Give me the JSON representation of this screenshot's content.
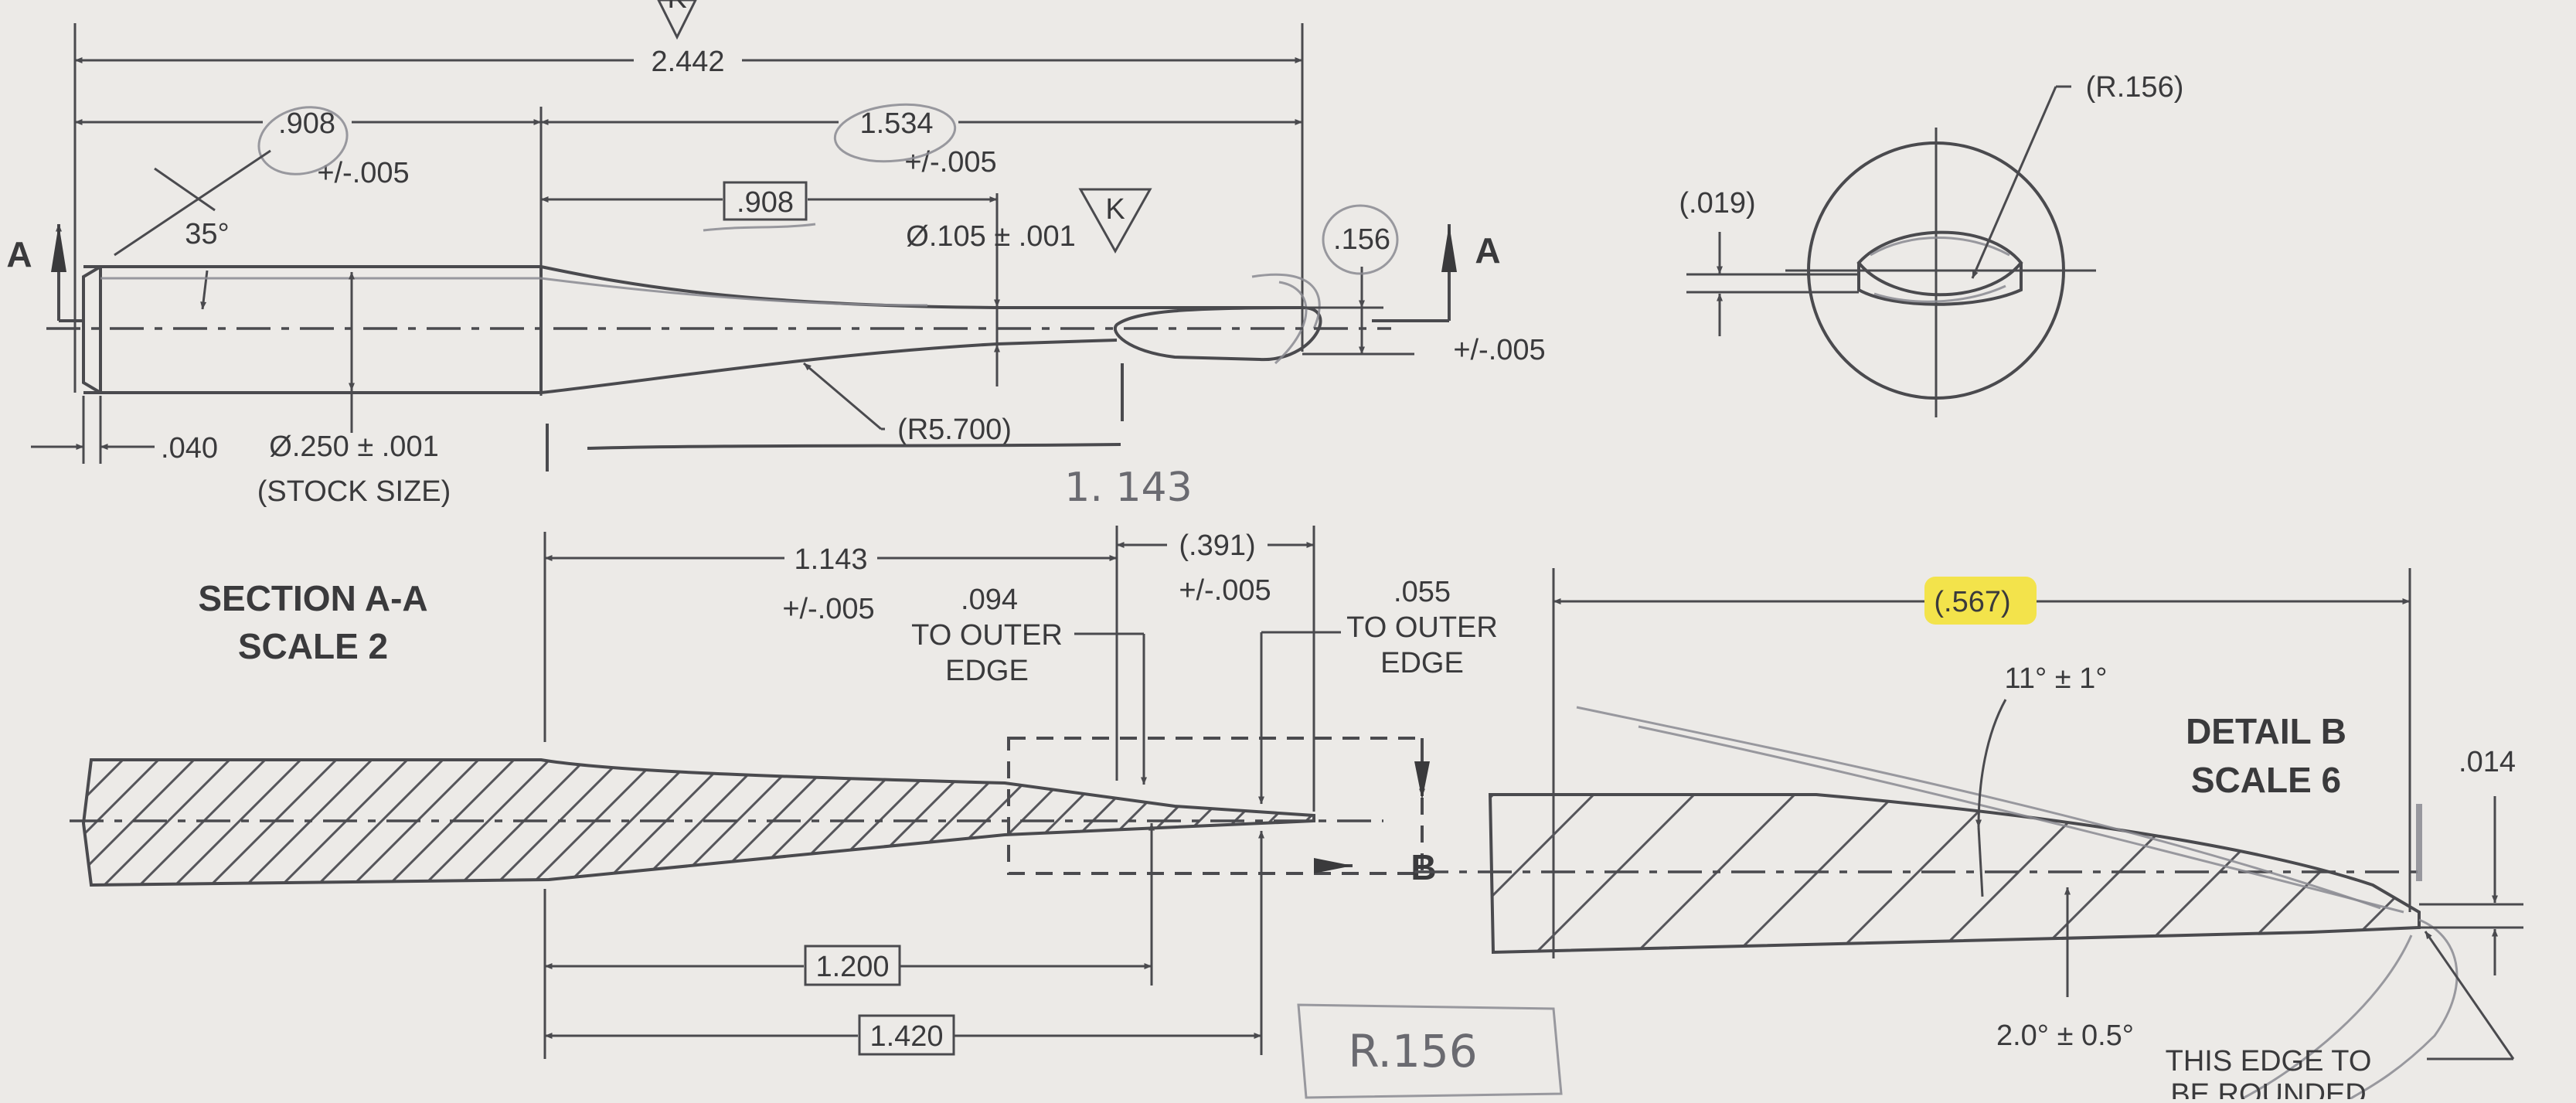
{
  "colors": {
    "paper": "#eceae7",
    "ink": "#3a3a3c",
    "highlight": "#f4e23a",
    "pencil": "#8a8a90"
  },
  "top_view": {
    "flag_top": "K",
    "overall_length": "2.442",
    "left_length": ".908",
    "left_tol": "+/-.005",
    "right_length": "1.534",
    "right_tol": "+/-.005",
    "basic_dim": ".908",
    "chamfer_angle": "35°",
    "tip_diameter": "Ø.105 ± .001",
    "flag_k": "K",
    "tip_height": ".156",
    "tip_height_tol": "+/-.005",
    "section_letter_left": "A",
    "section_letter_right": "A",
    "chamfer_length": ".040",
    "stock_diameter": "Ø.250 ± .001",
    "stock_note": "(STOCK SIZE)",
    "taper_radius": "(R5.700)",
    "handwritten_length": "1. 143"
  },
  "end_view": {
    "radius": "(R.156)",
    "offset": "(.019)"
  },
  "section": {
    "title": "SECTION A-A",
    "scale": "SCALE 2",
    "taper_length": "1.143",
    "taper_tol": "+/-.005",
    "tip_length": "(.391)",
    "tip_tol": "+/-.005",
    "inner_value": ".094",
    "inner_note_1": "TO OUTER",
    "inner_note_2": "EDGE",
    "outer_value": ".055",
    "outer_note_1": "TO OUTER",
    "outer_note_2": "EDGE",
    "detail_letter": "B",
    "basic_1": "1.200",
    "basic_2": "1.420",
    "handwritten_box": "R.156"
  },
  "detail": {
    "title": "DETAIL  B",
    "scale": "SCALE 6",
    "length": "(.567)",
    "angle_1": "11° ± 1°",
    "angle_2": "2.0° ± 0.5°",
    "edge_thickness": ".014",
    "note_1": "THIS EDGE TO",
    "note_2": "BE ROUNDED"
  }
}
